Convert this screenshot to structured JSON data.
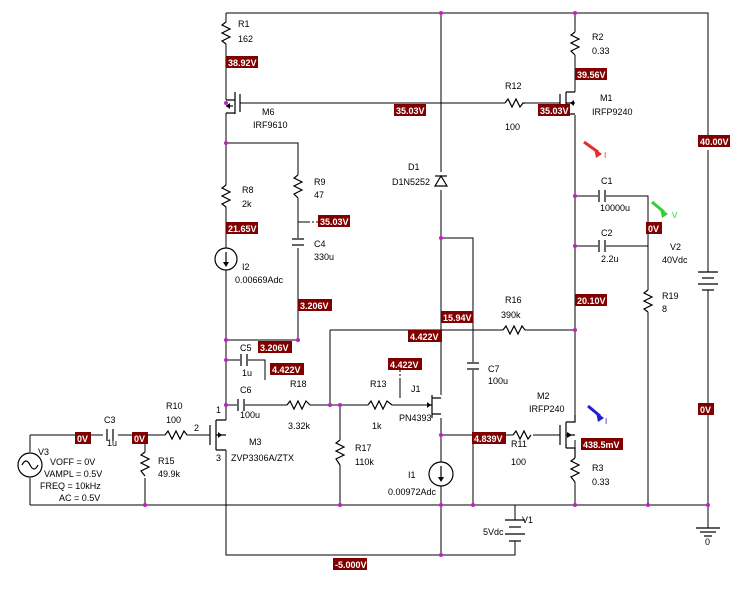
{
  "colors": {
    "wire": "#000000",
    "voltage_badge_bg": "#800000",
    "voltage_badge_text": "#ffffff",
    "junction_dot": "#c020c0",
    "probe_red": "#e03030",
    "probe_green": "#30d030",
    "probe_blue": "#2020d0"
  },
  "components": {
    "r1": {
      "ref": "R1",
      "value": "162"
    },
    "r2": {
      "ref": "R2",
      "value": "0.33"
    },
    "r3": {
      "ref": "R3",
      "value": "0.33"
    },
    "r8": {
      "ref": "R8",
      "value": "2k"
    },
    "r9": {
      "ref": "R9",
      "value": "47"
    },
    "r10": {
      "ref": "R10",
      "value": "100"
    },
    "r11": {
      "ref": "R11",
      "value": "100"
    },
    "r12": {
      "ref": "R12",
      "value": "100"
    },
    "r13": {
      "ref": "R13",
      "value": "1k"
    },
    "r15": {
      "ref": "R15",
      "value": "49.9k"
    },
    "r16": {
      "ref": "R16",
      "value": "390k"
    },
    "r17": {
      "ref": "R17",
      "value": "110k"
    },
    "r18": {
      "ref": "R18",
      "value": "3.32k"
    },
    "r19": {
      "ref": "R19",
      "value": "8"
    },
    "c1": {
      "ref": "C1",
      "value": "10000u"
    },
    "c2": {
      "ref": "C2",
      "value": "2.2u"
    },
    "c3": {
      "ref": "C3",
      "value": "1u"
    },
    "c4": {
      "ref": "C4",
      "value": "330u"
    },
    "c5": {
      "ref": "C5",
      "value": "1u"
    },
    "c6": {
      "ref": "C6",
      "value": "100u"
    },
    "c7": {
      "ref": "C7",
      "value": "100u"
    },
    "m1": {
      "ref": "M1",
      "value": "IRFP9240"
    },
    "m2": {
      "ref": "M2",
      "value": "IRFP240"
    },
    "m3": {
      "ref": "M3",
      "value": "ZVP3306A/ZTX"
    },
    "m6": {
      "ref": "M6",
      "value": "IRF9610"
    },
    "j1": {
      "ref": "J1",
      "value": "PN4393"
    },
    "d1": {
      "ref": "D1",
      "value": "D1N5252"
    },
    "i1": {
      "ref": "I1",
      "value": "0.00972Adc"
    },
    "i2": {
      "ref": "I2",
      "value": "0.00669Adc"
    },
    "v1": {
      "ref": "V1",
      "value": "5Vdc"
    },
    "v2": {
      "ref": "V2",
      "value": "40Vdc"
    },
    "v3": {
      "ref": "V3",
      "voff": "VOFF = 0V",
      "vampl": "VAMPL = 0.5V",
      "freq": "FREQ = 10kHz",
      "ac": "AC = 0.5V"
    }
  },
  "pins": {
    "m3_1": "1",
    "m3_2": "2",
    "m3_3": "3",
    "ground": "0"
  },
  "voltages": {
    "v38_92": "38.92V",
    "v39_56": "39.56V",
    "v35_03_gate": "35.03V",
    "v35_03_m1": "35.03V",
    "v35_03_r9": "35.03V",
    "v40_00": "40.00V",
    "v21_65": "21.65V",
    "v0_c1": "0V",
    "v3_206_a": "3.206V",
    "v3_206_b": "3.206V",
    "v15_94": "15.94V",
    "v20_10": "20.10V",
    "v4_422_a": "4.422V",
    "v4_422_b": "4.422V",
    "v4_422_c": "4.422V",
    "v0_in": "0V",
    "v0_r15": "0V",
    "v4_839": "4.839V",
    "v438_5m": "438.5mV",
    "v0_right": "0V",
    "v_neg5": "-5.000V"
  }
}
